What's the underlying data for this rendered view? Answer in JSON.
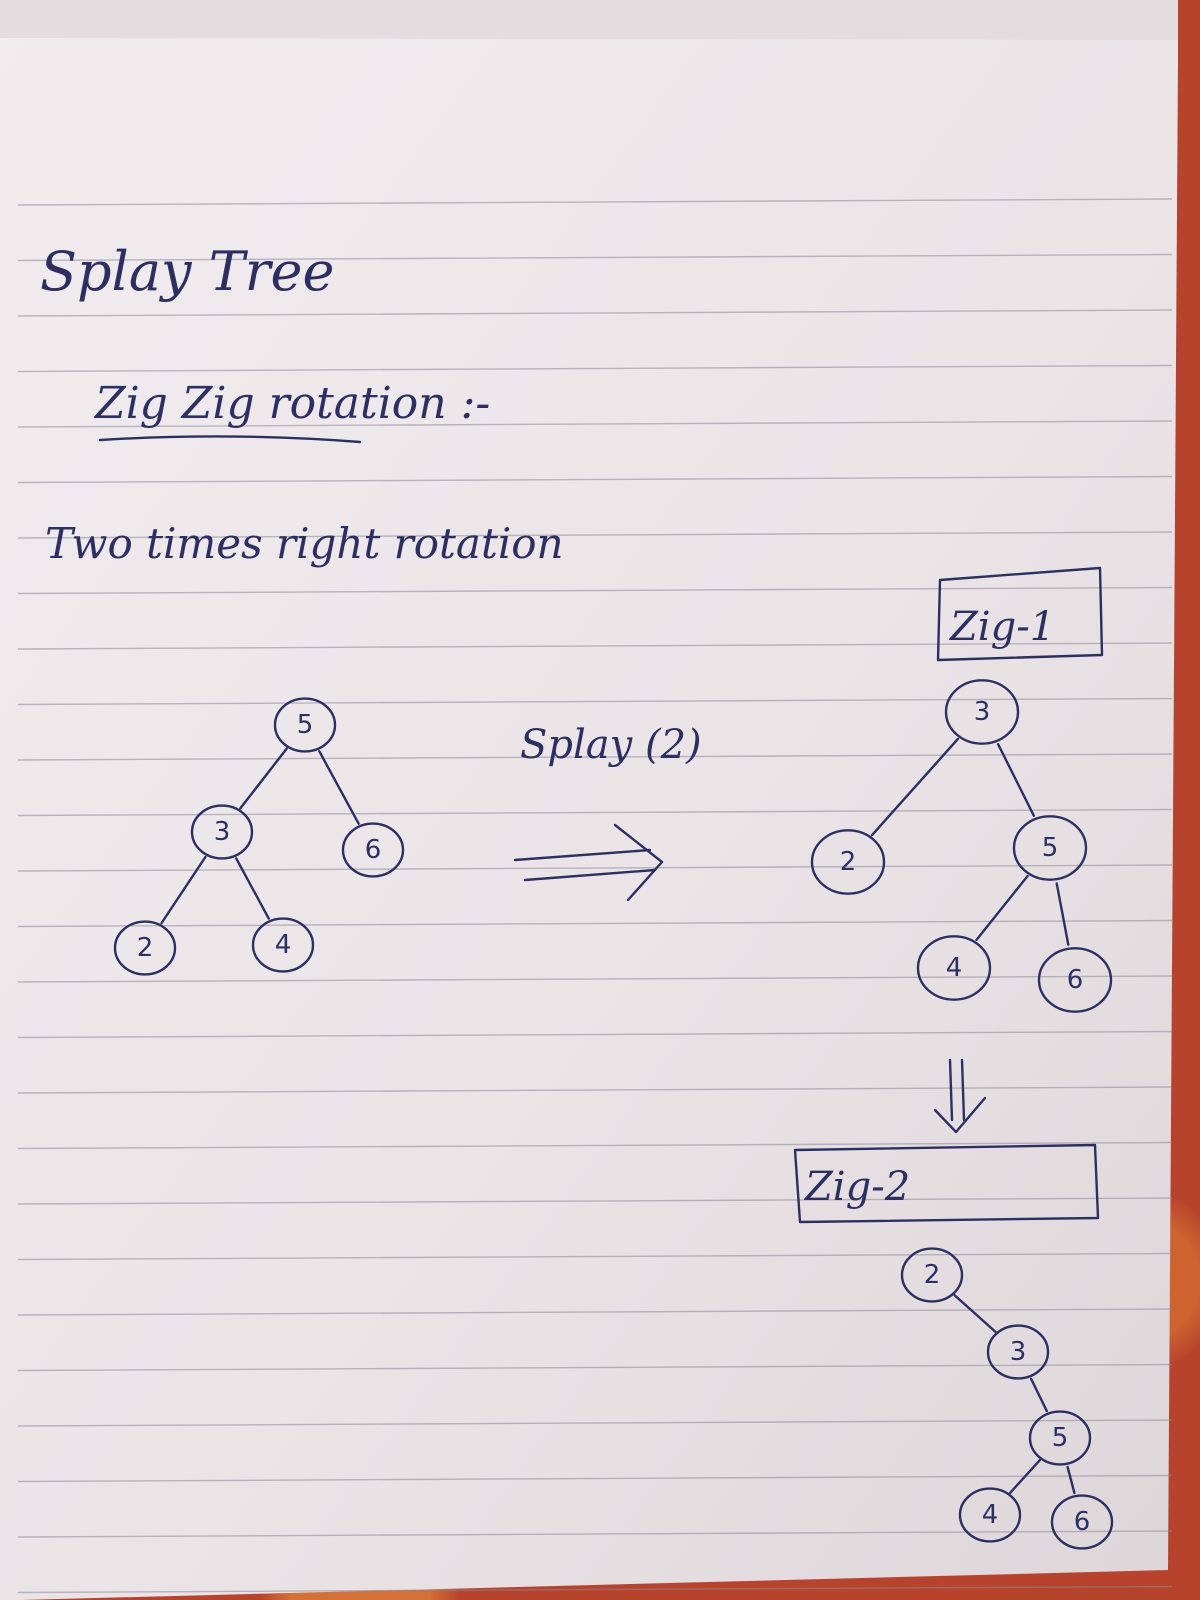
{
  "heading": "Splay Tree",
  "subheading": "Zig Zig rotation :-",
  "description": "Two times right rotation",
  "operation": "Splay (2)",
  "step1_label": "Zig-1",
  "step2_label": "Zig-2",
  "ink_color": "#2d2f63",
  "paper_color": "#efe9eb",
  "tree_initial": {
    "nodes": [
      "5",
      "3",
      "6",
      "2",
      "4"
    ],
    "edges": [
      [
        "5",
        "3"
      ],
      [
        "5",
        "6"
      ],
      [
        "3",
        "2"
      ],
      [
        "3",
        "4"
      ]
    ]
  },
  "tree_after_zig1": {
    "nodes": [
      "3",
      "2",
      "5",
      "4",
      "6"
    ],
    "edges": [
      [
        "3",
        "2"
      ],
      [
        "3",
        "5"
      ],
      [
        "5",
        "4"
      ],
      [
        "5",
        "6"
      ]
    ]
  },
  "tree_after_zig2": {
    "nodes": [
      "2",
      "3",
      "5",
      "4",
      "6"
    ],
    "edges": [
      [
        "2",
        "3"
      ],
      [
        "3",
        "5"
      ],
      [
        "5",
        "4"
      ],
      [
        "5",
        "6"
      ]
    ]
  }
}
